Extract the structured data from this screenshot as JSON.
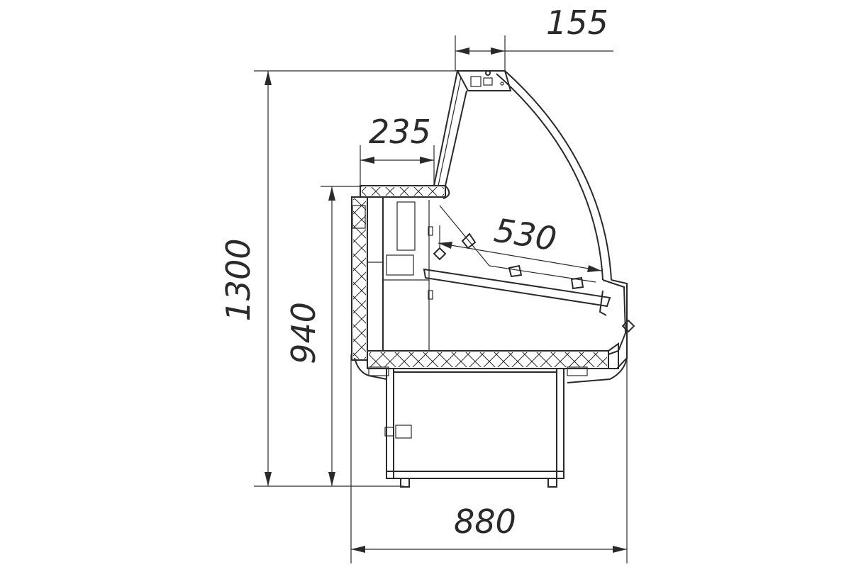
{
  "diagram": {
    "dimensions": {
      "top_overhang": "155",
      "back_shelf_depth": "235",
      "display_depth": "530",
      "total_height": "1300",
      "counter_height": "940",
      "total_depth": "880"
    },
    "colors": {
      "line": "#2a2a2a",
      "background": "#ffffff"
    }
  }
}
